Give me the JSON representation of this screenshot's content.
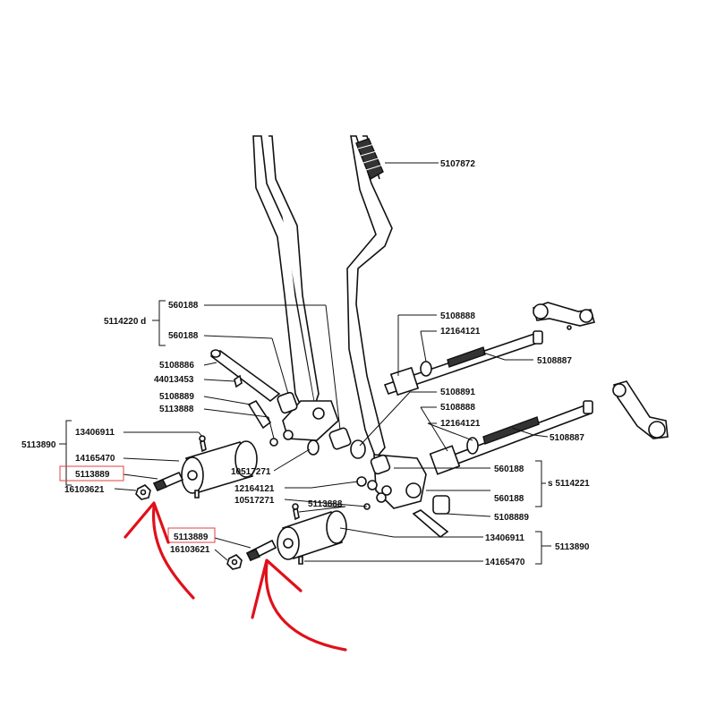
{
  "labels": {
    "l5107872": "5107872",
    "l5114220": "5114220 d",
    "l560188_a": "560188",
    "l560188_b": "560188",
    "l5108888_a": "5108888",
    "l12164121_a": "12164121",
    "l5108887_a": "5108887",
    "l5108886": "5108886",
    "l44013453": "44013453",
    "l5108889_a": "5108889",
    "l5113888_a": "5113888",
    "l5108891": "5108891",
    "l5108888_b": "5108888",
    "l12164121_b": "12164121",
    "l5108887_b": "5108887",
    "l13406911_a": "13406911",
    "l5113890_a": "5113890",
    "l14165470_a": "14165470",
    "l10517271_a": "10517271",
    "l5113889_a": "5113889",
    "l16103621_a": "16103621",
    "l12164121_c": "12164121",
    "l10517271_b": "10517271",
    "l5113888_b": "5113888",
    "l560188_c": "560188",
    "l5114221": "s 5114221",
    "l560188_d": "560188",
    "l5108889_b": "5108889",
    "l13406911_b": "13406911",
    "l5113890_b": "5113890",
    "l14165470_b": "14165470",
    "l5113889_b": "5113889",
    "l16103621_b": "16103621"
  },
  "colors": {
    "highlight_box": "#e04040",
    "arrow": "#e0101a",
    "ink": "#111111"
  }
}
